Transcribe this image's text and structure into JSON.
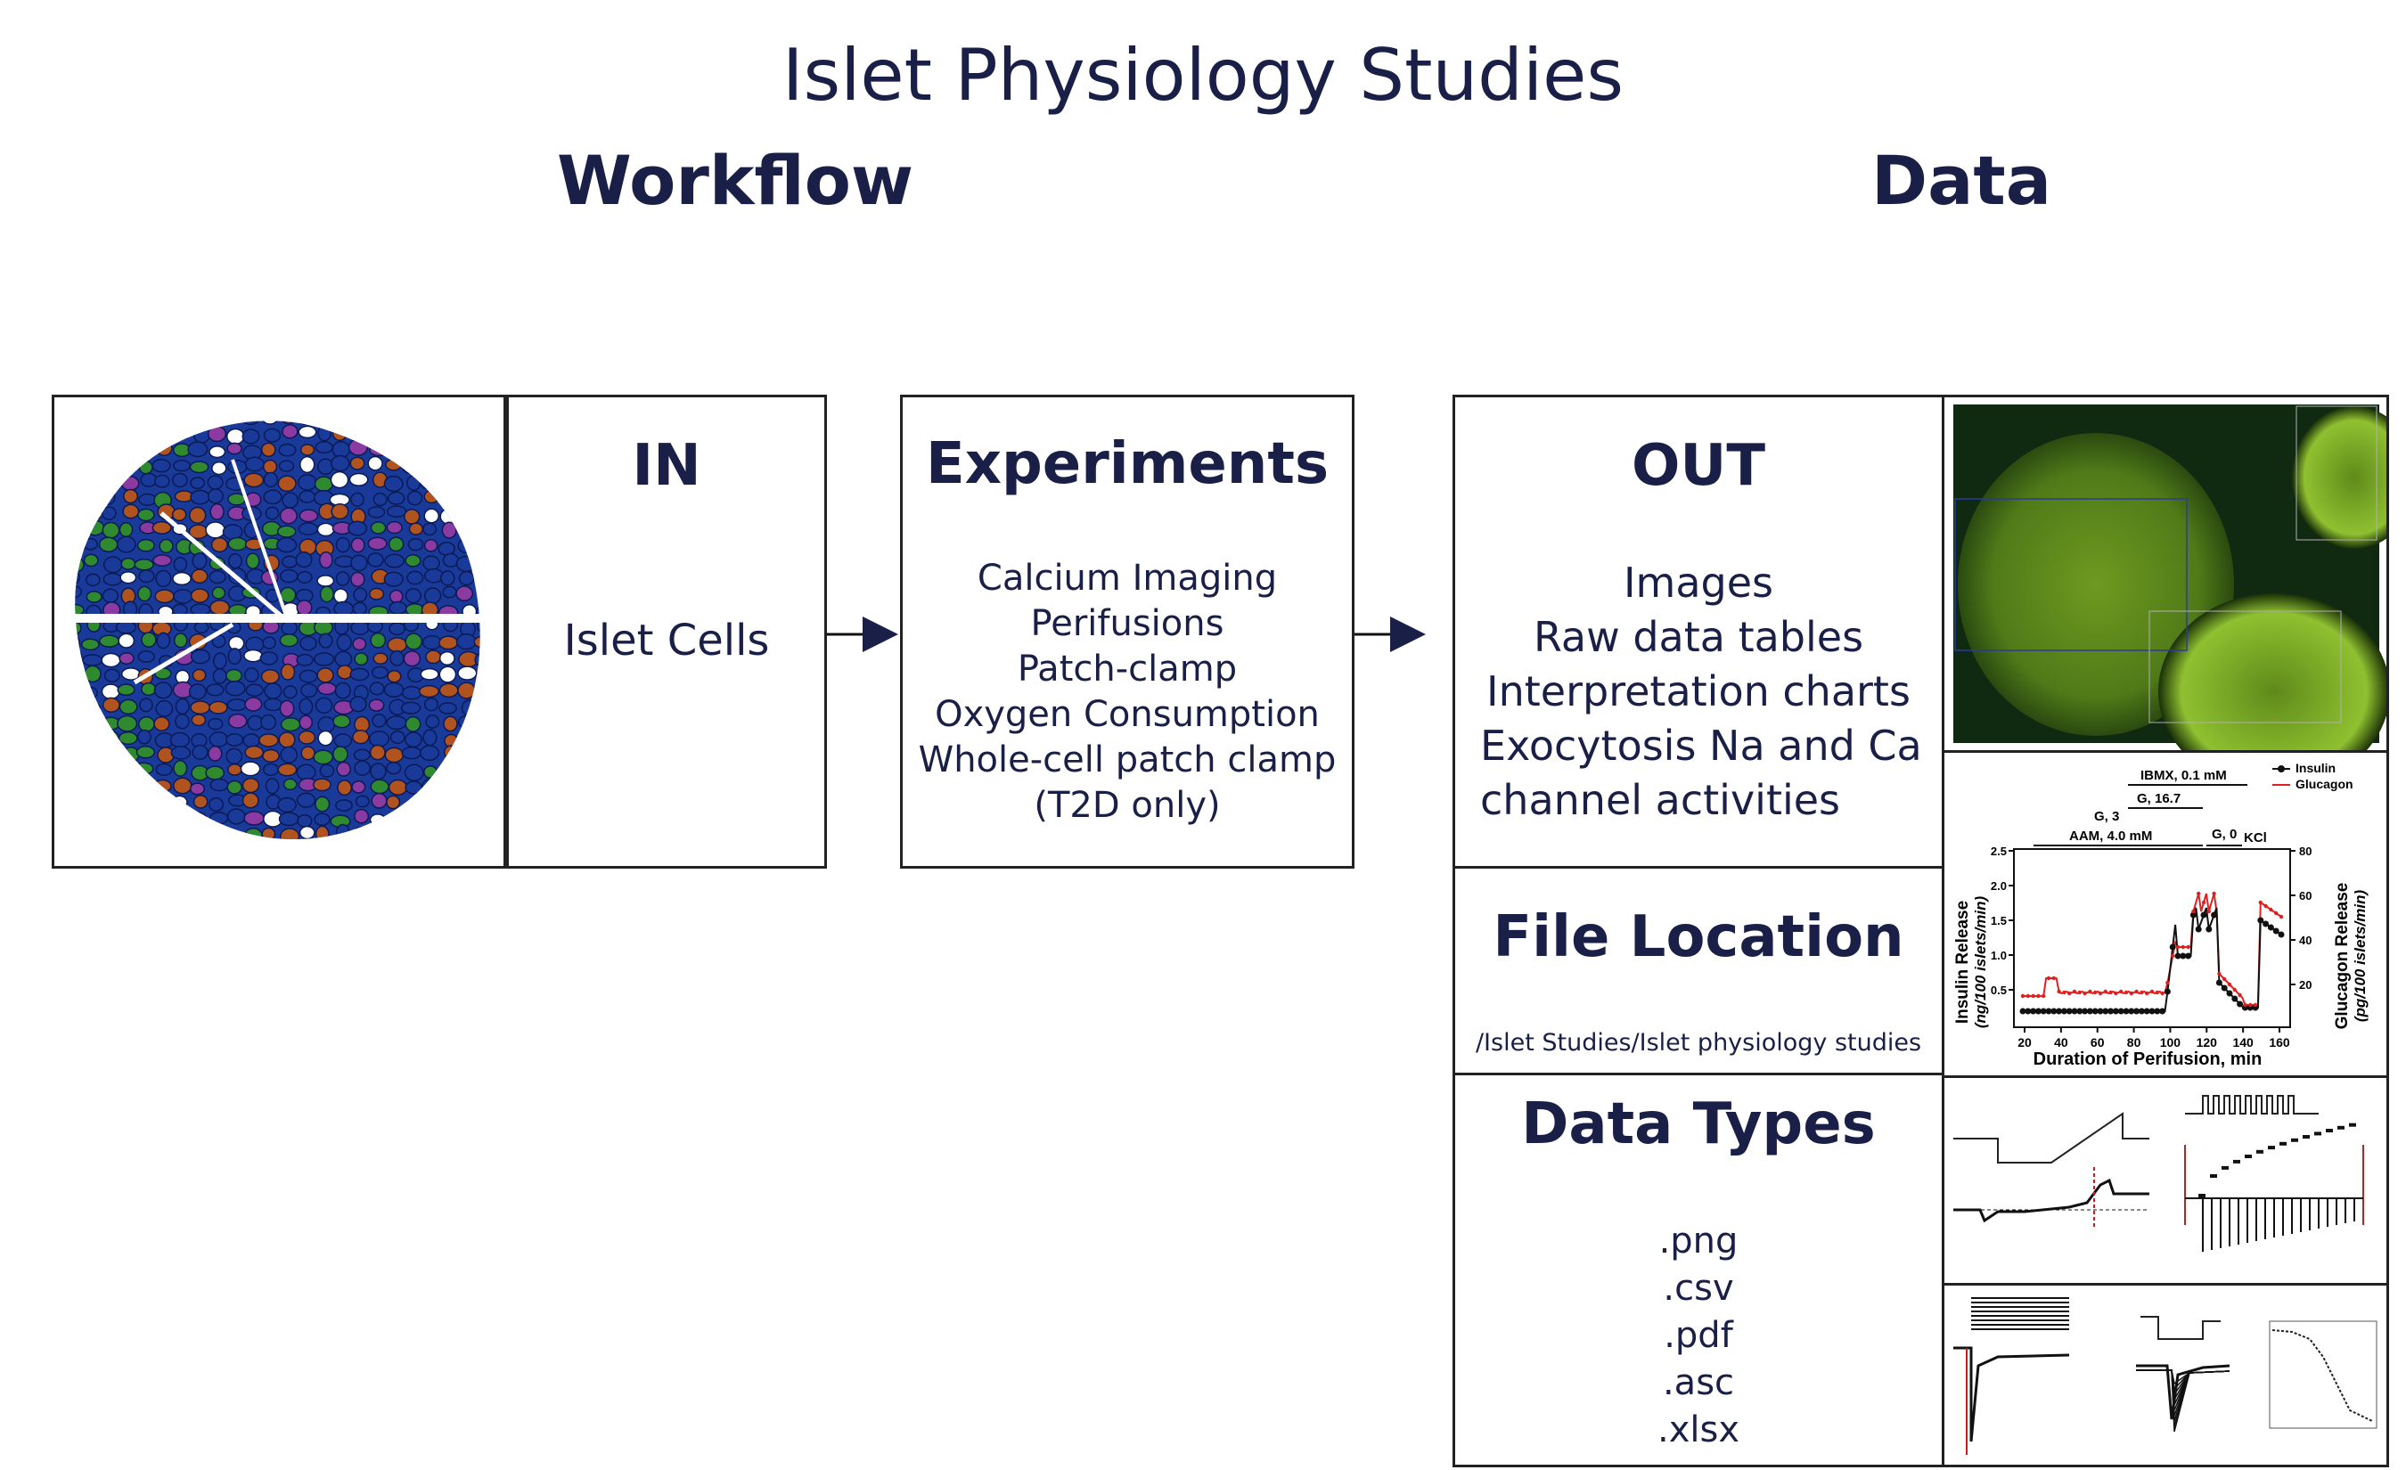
{
  "title": "Islet Physiology Studies",
  "workflow_label": "Workflow",
  "data_label": "Data",
  "in_box": {
    "header": "IN",
    "item": "Islet Cells"
  },
  "experiments_box": {
    "header": "Experiments",
    "items": [
      "Calcium Imaging",
      "Perifusions",
      "Patch-clamp",
      "Oxygen Consumption",
      "Whole-cell patch clamp",
      "(T2D only)"
    ]
  },
  "out_box": {
    "header": "OUT",
    "items": [
      "Images",
      "Raw data tables",
      "Interpretation charts",
      "Exocytosis Na and Ca",
      "channel activities"
    ]
  },
  "file_location": {
    "header": "File Location",
    "path": "/Islet Studies/Islet physiology studies"
  },
  "data_types": {
    "header": "Data Types",
    "items": [
      ".png",
      ".csv",
      ".pdf",
      ".asc",
      ".xlsx"
    ]
  },
  "perifusion_chart": {
    "legend": [
      "Insulin",
      "Glucagon"
    ],
    "conditions": [
      "IBMX, 0.1 mM",
      "G, 16.7",
      "G, 3",
      "AAM, 4.0 mM",
      "G, 0",
      "KCl"
    ],
    "y_left_label": [
      "Insulin Release",
      "(ng/100 islets/min)"
    ],
    "y_right_label": [
      "Glucagon Release",
      "(pg/100 islets/min)"
    ],
    "x_label": "Duration of Perifusion, min",
    "x_ticks": [
      "20",
      "40",
      "60",
      "80",
      "100",
      "120",
      "140",
      "160"
    ],
    "y_left_ticks": [
      "2.5",
      "2.0",
      "1.5",
      "1.0",
      "0.5"
    ],
    "y_right_ticks": [
      "80",
      "60",
      "40",
      "20"
    ],
    "colors": {
      "insulin": "#111111",
      "glucagon": "#e02020"
    }
  }
}
